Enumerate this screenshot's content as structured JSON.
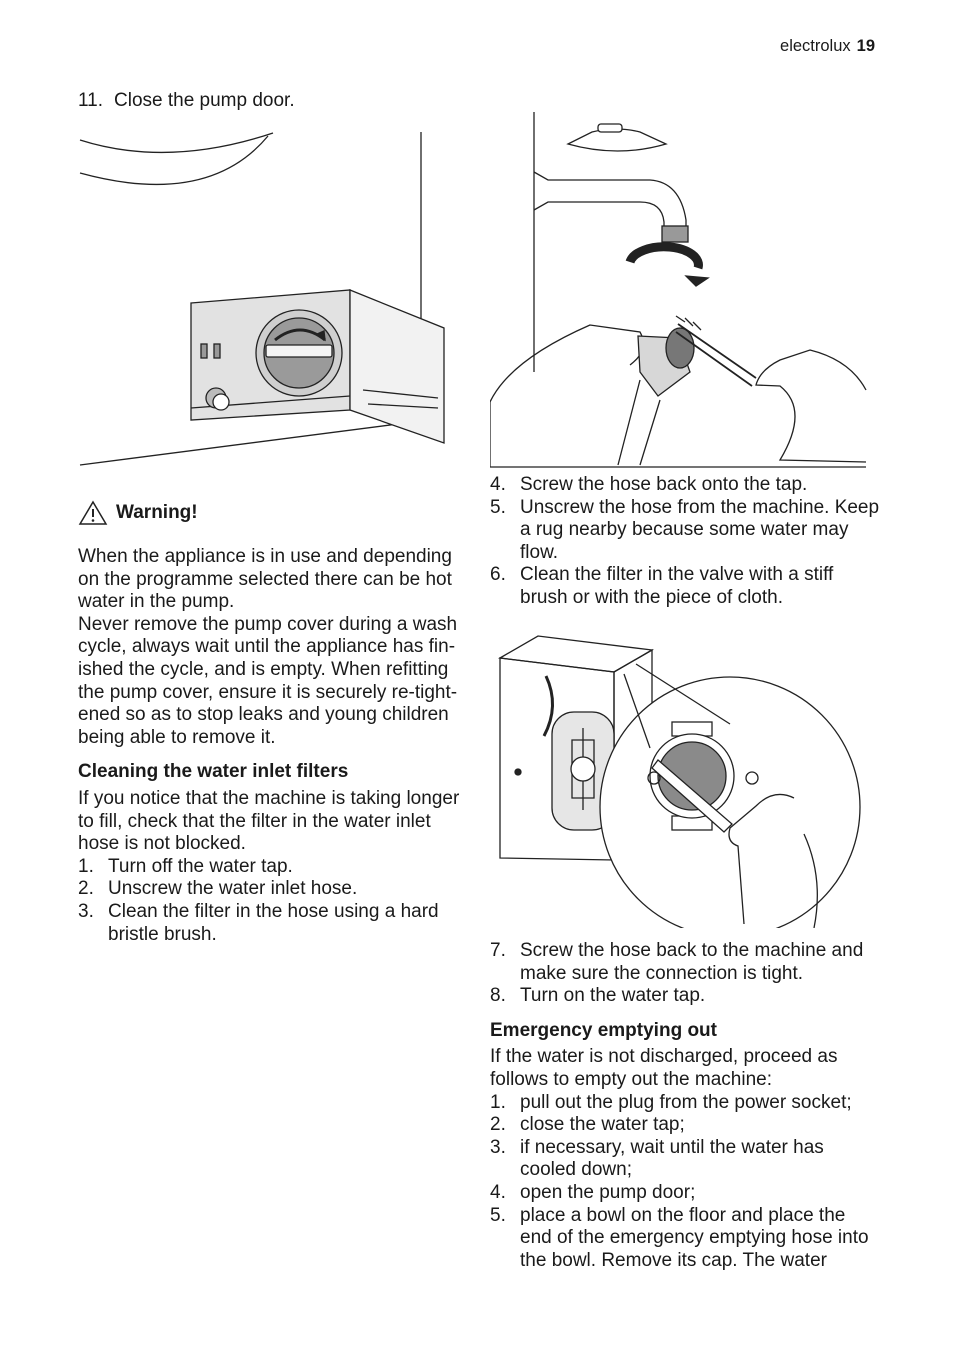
{
  "header": {
    "brand": "electrolux",
    "page_number": "19"
  },
  "left": {
    "step11": {
      "num": "11.",
      "text": "Close the pump door."
    },
    "warning": {
      "title": "Warning!",
      "p1": "When the appliance is in use and depending on the programme selected there can be hot water in the pump.",
      "p2": "Never remove the pump cover during a wash cycle, always wait until the appliance has fin-ished the cycle, and is empty. When refitting the pump cover, ensure it is securely re-tight-ened so as to stop leaks and young children being able to remove it."
    },
    "cleaning": {
      "heading": "Cleaning the water inlet filters",
      "intro": "If you notice that the machine is taking longer to fill, check that the filter in the water inlet hose is not blocked.",
      "steps": [
        {
          "num": "1.",
          "text": "Turn off the water tap."
        },
        {
          "num": "2.",
          "text": "Unscrew the water inlet hose."
        },
        {
          "num": "3.",
          "text": "Clean the filter in the hose using a hard bristle brush."
        }
      ]
    }
  },
  "right": {
    "steps_a": [
      {
        "num": "4.",
        "text": "Screw the hose back onto the tap."
      },
      {
        "num": "5.",
        "text": "Unscrew the hose from the machine. Keep a rug nearby because some water may flow."
      },
      {
        "num": "6.",
        "text": "Clean the filter in the valve with a stiff brush or with the piece of cloth."
      }
    ],
    "steps_b": [
      {
        "num": "7.",
        "text": "Screw the hose back to the machine and make sure the connection is tight."
      },
      {
        "num": "8.",
        "text": "Turn on the water tap."
      }
    ],
    "emergency": {
      "heading": "Emergency emptying out",
      "intro": "If the water is not discharged, proceed as follows to empty out the machine:",
      "steps": [
        {
          "num": "1.",
          "text": "pull out the plug from the power socket;"
        },
        {
          "num": "2.",
          "text": "close the water tap;"
        },
        {
          "num": "3.",
          "text": "if necessary, wait until the water has cooled down;"
        },
        {
          "num": "4.",
          "text": "open the pump door;"
        },
        {
          "num": "5.",
          "text": "place a bowl on the floor and place the end of the emergency emptying hose into the bowl. Remove its cap. The water"
        }
      ]
    }
  }
}
